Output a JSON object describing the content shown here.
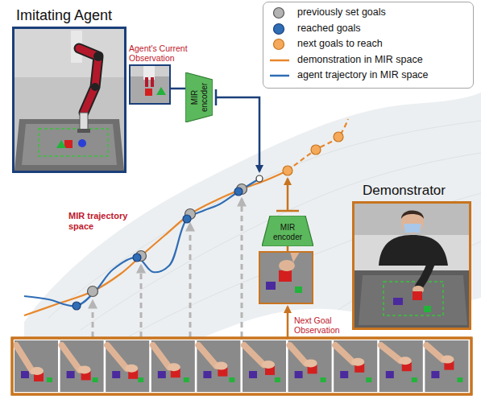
{
  "diagram": {
    "nodes": [
      {
        "text": [
          "Imitating Agent"
        ]
      },
      {
        "text": [
          "Agent's Current Observation"
        ]
      },
      {
        "text": [
          "MIR encoder"
        ]
      },
      {
        "text": [
          "Demonstrator"
        ]
      },
      {
        "text": [
          "Next Goal Observation"
        ]
      },
      {
        "text": [
          "MIR encoder"
        ]
      }
    ],
    "edges": [
      {
        "from": 1,
        "to": 2,
        "arrow": "none"
      },
      {
        "from": 4,
        "to": 5,
        "arrow": "none"
      }
    ],
    "labels": [
      "MIR trajectory space"
    ],
    "legend": [
      {
        "text": "previously set goals",
        "color": "#b3b3b3"
      },
      {
        "text": "reached goals",
        "color": "#2f6db5"
      },
      {
        "text": "next goals to reach",
        "color": "#f5a95a"
      },
      {
        "text": "demonstration in MIR space"
      },
      {
        "text": "agent trajectory in MIR space"
      }
    ]
  }
}
